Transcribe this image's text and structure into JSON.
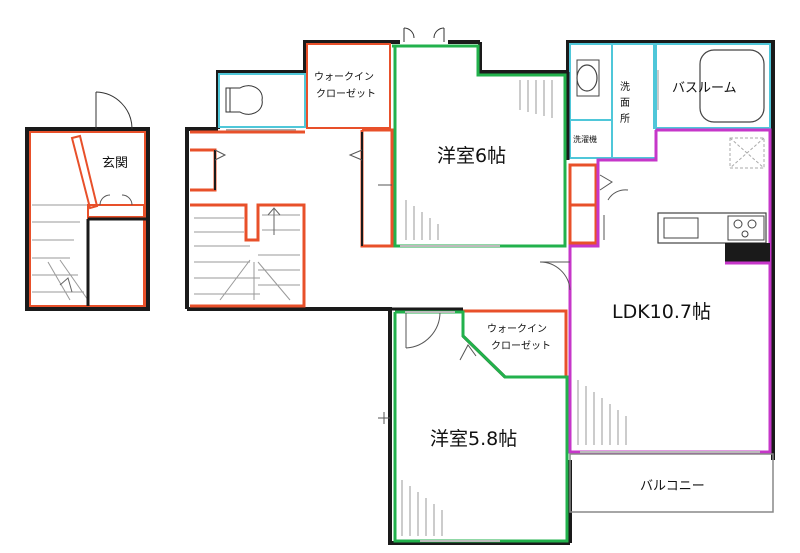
{
  "rooms": {
    "genkan": "玄関",
    "walk_in_closet_top": [
      "ウォークイン",
      "クローゼット"
    ],
    "washroom": [
      "洗",
      "面",
      "所"
    ],
    "washing_machine": "洗濯機",
    "bathroom": "バスルーム",
    "western_room_6": "洋室6帖",
    "ldk": "LDK10.7帖",
    "walk_in_closet_bottom": [
      "ウォークイン",
      "クローゼット"
    ],
    "western_room_58": "洋室5.8帖",
    "balcony": "バルコニー"
  },
  "colors": {
    "outer_wall": "#1a1a1a",
    "private_room": "#22b14c",
    "service_room": "#e8502a",
    "wet_area": "#4fc7d9",
    "ldk_room": "#c636c9",
    "hatch": "#9a9a9a"
  }
}
